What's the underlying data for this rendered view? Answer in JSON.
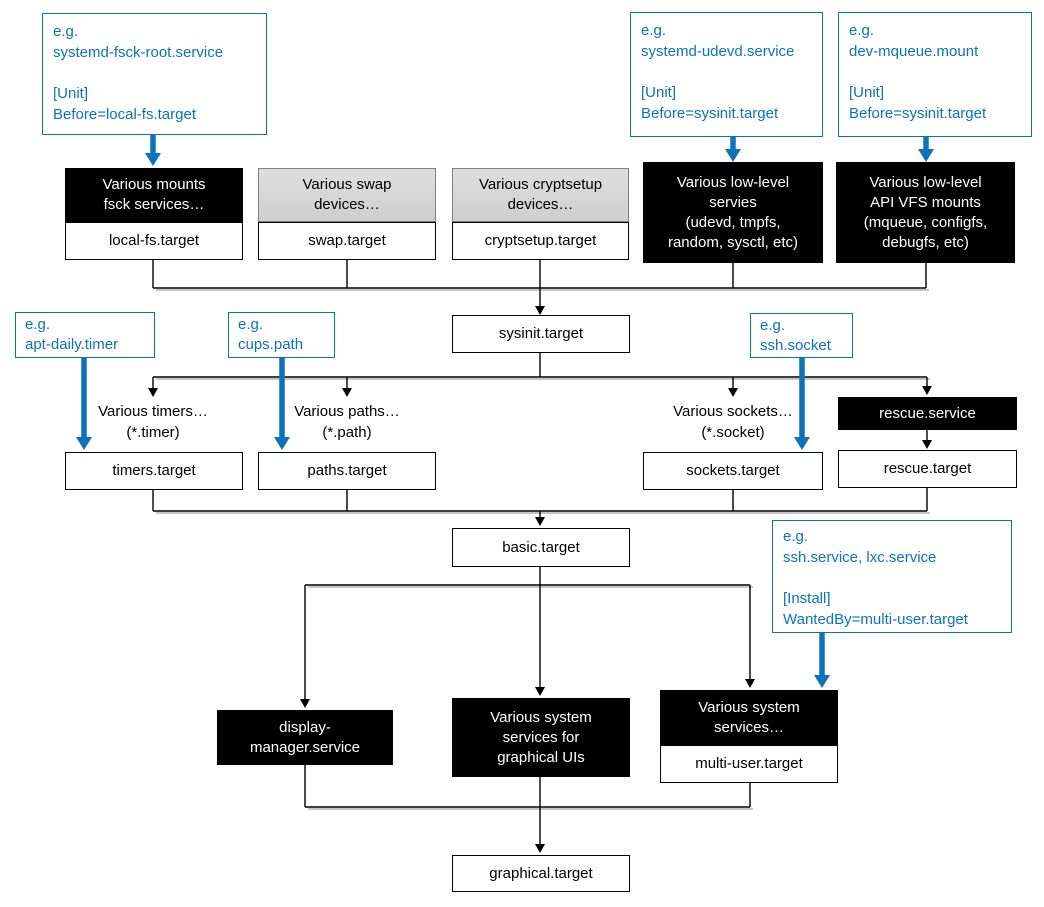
{
  "colors": {
    "accent_blue": "#0d72bc",
    "node_black": "#000000",
    "node_gray_fill": "#d6d6d6",
    "gray_border": "#7f7f7f",
    "line_black": "#000000"
  },
  "notes": {
    "fsck": {
      "lines": [
        "e.g.",
        "systemd-fsck-root.service",
        "[Unit]",
        "Before=local-fs.target"
      ]
    },
    "udevd": {
      "lines": [
        "e.g.",
        "systemd-udevd.service",
        "[Unit]",
        "Before=sysinit.target"
      ]
    },
    "mqueue": {
      "lines": [
        "e.g.",
        "dev-mqueue.mount",
        "[Unit]",
        "Before=sysinit.target"
      ]
    },
    "timer": {
      "lines": [
        "e.g.",
        "apt-daily.timer"
      ]
    },
    "path": {
      "lines": [
        "e.g.",
        "cups.path"
      ]
    },
    "socket": {
      "lines": [
        "e.g.",
        "ssh.socket"
      ]
    },
    "install": {
      "lines": [
        "e.g.",
        "ssh.service, lxc.service",
        "[Install]",
        "WantedBy=multi-user.target"
      ]
    }
  },
  "nodes": {
    "local_fs": {
      "header_lines": [
        "Various mounts",
        "fsck services…"
      ],
      "target": "local-fs.target"
    },
    "swap": {
      "header_lines": [
        "Various swap",
        "devices…"
      ],
      "target": "swap.target"
    },
    "cryptsetup": {
      "header_lines": [
        "Various cryptsetup",
        "devices…"
      ],
      "target": "cryptsetup.target"
    },
    "low_level_services": {
      "lines": [
        "Various low-level",
        "servies",
        "(udevd, tmpfs,",
        "random, sysctl, etc)"
      ]
    },
    "api_vfs_mounts": {
      "lines": [
        "Various low-level",
        "API VFS mounts",
        "(mqueue, configfs,",
        "debugfs, etc)"
      ]
    },
    "sysinit": {
      "label": "sysinit.target"
    },
    "timers_label": {
      "lines": [
        "Various timers…",
        "(*.timer)"
      ]
    },
    "paths_label": {
      "lines": [
        "Various paths…",
        "(*.path)"
      ]
    },
    "sockets_label": {
      "lines": [
        "Various sockets…",
        "(*.socket)"
      ]
    },
    "rescue_service": {
      "label": "rescue.service"
    },
    "timers_target": {
      "label": "timers.target"
    },
    "paths_target": {
      "label": "paths.target"
    },
    "sockets_target": {
      "label": "sockets.target"
    },
    "rescue_target": {
      "label": "rescue.target"
    },
    "basic": {
      "label": "basic.target"
    },
    "display_manager": {
      "lines": [
        "display-",
        "manager.service"
      ]
    },
    "graphical_services": {
      "lines": [
        "Various system",
        "services for",
        "graphical UIs"
      ]
    },
    "multi_user": {
      "header_lines": [
        "Various system",
        "services…"
      ],
      "target": "multi-user.target"
    },
    "graphical": {
      "label": "graphical.target"
    }
  }
}
